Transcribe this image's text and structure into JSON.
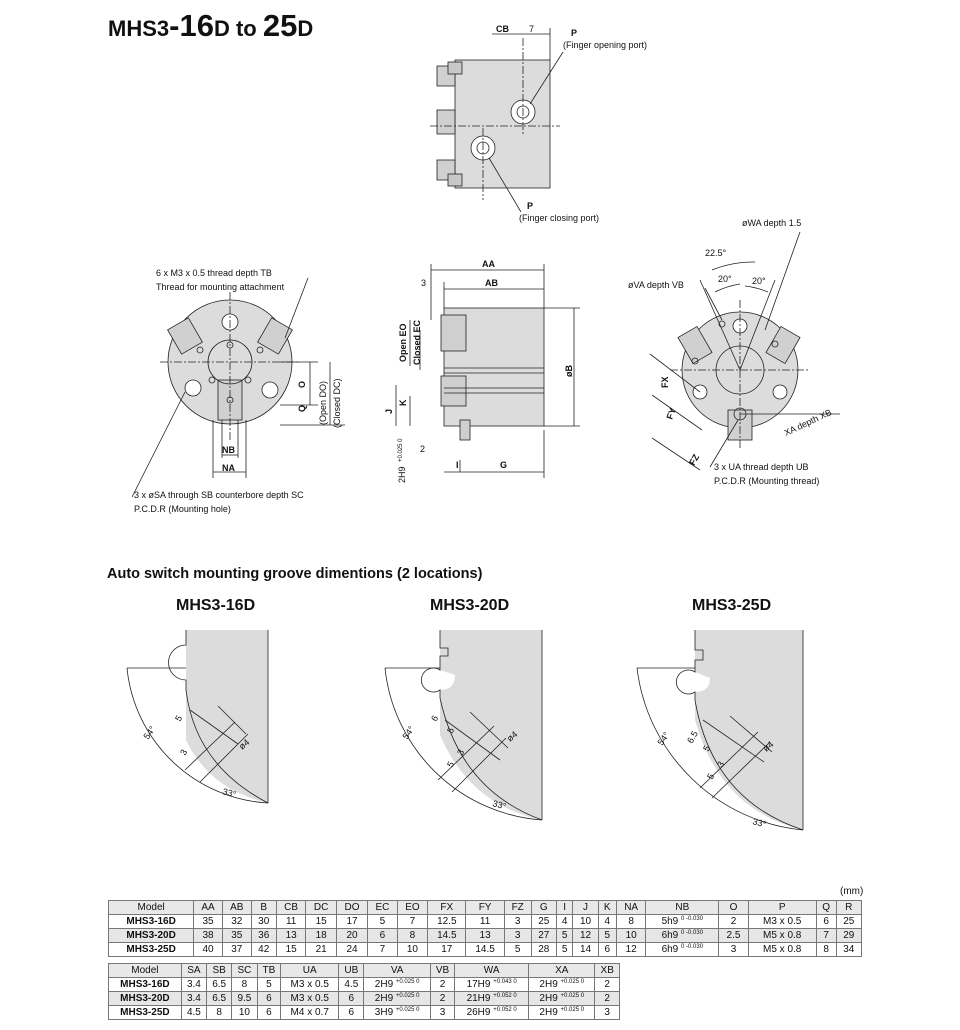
{
  "title": {
    "prefix": "MHS3",
    "mid": "-16",
    "d1": "D",
    "to": " to ",
    "end": "25",
    "d2": "D"
  },
  "drawing_labels": {
    "cb": "CB",
    "seven": "7",
    "p": "P",
    "finger_opening": "(Finger opening port)",
    "finger_closing": "(Finger closing port)",
    "thread_tb": "6 x M3 x 0.5 thread depth TB",
    "thread_attach": "Thread for mounting attachment",
    "o": "O",
    "q": "Q",
    "open_do": "(Open DO)",
    "closed_dc": "(Closed DC)",
    "nb": "NB",
    "na": "NA",
    "sa_hole": "3 x øSA through  SB counterbore depth SC",
    "pcd_r_hole": "P.C.D.R (Mounting hole)",
    "aa": "AA",
    "ab": "AB",
    "three": "3",
    "open_eo": "Open EO",
    "closed_ec": "Closed EC",
    "ob": "øB",
    "j": "J",
    "k": "K",
    "two": "2",
    "h9": "2H9",
    "tol25": "+0.025 0",
    "i": "I",
    "g": "G",
    "wa": "øWA depth 1.5",
    "a225": "22.5°",
    "a20": "20°",
    "va": "øVA depth VB",
    "fx": "FX",
    "fy": "FY",
    "fz": "FZ",
    "xa": "XA depth XB",
    "ua_thread": "3 x UA thread depth UB",
    "pcd_r_thread": "P.C.D.R (Mounting thread)"
  },
  "groove": {
    "title": "Auto switch mounting groove dimentions (2 locations)",
    "models": [
      "MHS3-16D",
      "MHS3-20D",
      "MHS3-25D"
    ],
    "g16": {
      "five": "5",
      "three": "3",
      "phi": "ø4",
      "a54": "54°",
      "a33": "33°"
    },
    "g20": {
      "six": "6",
      "five": "5",
      "three": "3",
      "five2": "5",
      "phi": "ø4",
      "a54": "54°",
      "a33": "33°"
    },
    "g25": {
      "sixfive": "6.5",
      "five": "5",
      "three": "3",
      "five2": "5",
      "phi": "ø4",
      "a54": "54°",
      "a33": "33°"
    }
  },
  "unit": "(mm)",
  "table1": {
    "headers": [
      "Model",
      "AA",
      "AB",
      "B",
      "CB",
      "DC",
      "DO",
      "EC",
      "EO",
      "FX",
      "FY",
      "FZ",
      "G",
      "I",
      "J",
      "K",
      "NA",
      "NB",
      "O",
      "P",
      "Q",
      "R"
    ],
    "rows": [
      [
        "MHS3-16D",
        "35",
        "32",
        "30",
        "11",
        "15",
        "17",
        "5",
        "7",
        "12.5",
        "11",
        "3",
        "25",
        "4",
        "10",
        "4",
        "8",
        "5h9",
        "2",
        "M3 x 0.5",
        "6",
        "25"
      ],
      [
        "MHS3-20D",
        "38",
        "35",
        "36",
        "13",
        "18",
        "20",
        "6",
        "8",
        "14.5",
        "13",
        "3",
        "27",
        "5",
        "12",
        "5",
        "10",
        "6h9",
        "2.5",
        "M5 x 0.8",
        "7",
        "29"
      ],
      [
        "MHS3-25D",
        "40",
        "37",
        "42",
        "15",
        "21",
        "24",
        "7",
        "10",
        "17",
        "14.5",
        "5",
        "28",
        "5",
        "14",
        "6",
        "12",
        "6h9",
        "3",
        "M5 x 0.8",
        "8",
        "34"
      ]
    ],
    "nb_tol": "0 -0.030"
  },
  "table2": {
    "headers": [
      "Model",
      "SA",
      "SB",
      "SC",
      "TB",
      "UA",
      "UB",
      "VA",
      "VB",
      "WA",
      "XA",
      "XB"
    ],
    "rows": [
      [
        "MHS3-16D",
        "3.4",
        "6.5",
        "8",
        "5",
        "M3 x 0.5",
        "4.5",
        "2H9",
        "2",
        "17H9",
        "2H9",
        "2"
      ],
      [
        "MHS3-20D",
        "3.4",
        "6.5",
        "9.5",
        "6",
        "M3 x 0.5",
        "6",
        "2H9",
        "2",
        "21H9",
        "2H9",
        "2"
      ],
      [
        "MHS3-25D",
        "4.5",
        "8",
        "10",
        "6",
        "M4 x 0.7",
        "6",
        "3H9",
        "3",
        "26H9",
        "2H9",
        "3"
      ]
    ],
    "tol25": "+0.025 0",
    "wa_tols": [
      "+0.043 0",
      "+0.052 0",
      "+0.052 0"
    ]
  }
}
